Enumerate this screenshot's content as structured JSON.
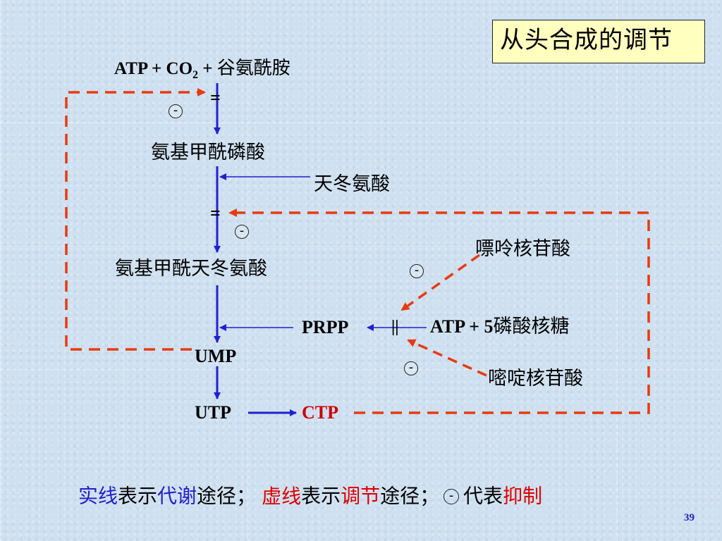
{
  "title": "从头合成的调节",
  "nodes": {
    "start": {
      "part1": "ATP + CO",
      "subscript": "2",
      "part2": " + ",
      "part3": "谷氨酰胺"
    },
    "carbamoyl_phosphate": "氨基甲酰磷酸",
    "aspartate": "天冬氨酸",
    "carbamoyl_aspartate": "氨基甲酰天冬氨酸",
    "prpp": "PRPP",
    "atp_ribose": {
      "part1": "ATP + 5",
      "part2": "磷酸核糖"
    },
    "ump": "UMP",
    "utp": "UTP",
    "ctp": "CTP",
    "purine_nucleotide": "嘌呤核苷酸",
    "pyrimidine_nucleotide": "嘧啶核苷酸"
  },
  "inhibition_marks": {
    "symbol": "-",
    "equals_symbol": "=",
    "double_bar_symbol": "||"
  },
  "legend": {
    "solid_line": "实线",
    "shows": "表示",
    "metabolic": "代谢",
    "pathway": "途径；",
    "dashed_line": "虚线",
    "shows2": "表示",
    "regulation": "调节",
    "pathway2": "途径；",
    "minus_symbol": "-",
    "represents": "代表",
    "inhibition": "抑制"
  },
  "page_number": "39",
  "colors": {
    "metabolic_line": "#2020d0",
    "regulation_line": "#e83a10",
    "ctp_text": "#d00000",
    "title_fill": "#ffffc0",
    "legend_blue": "#1f1fd0",
    "legend_red": "#e00000"
  }
}
